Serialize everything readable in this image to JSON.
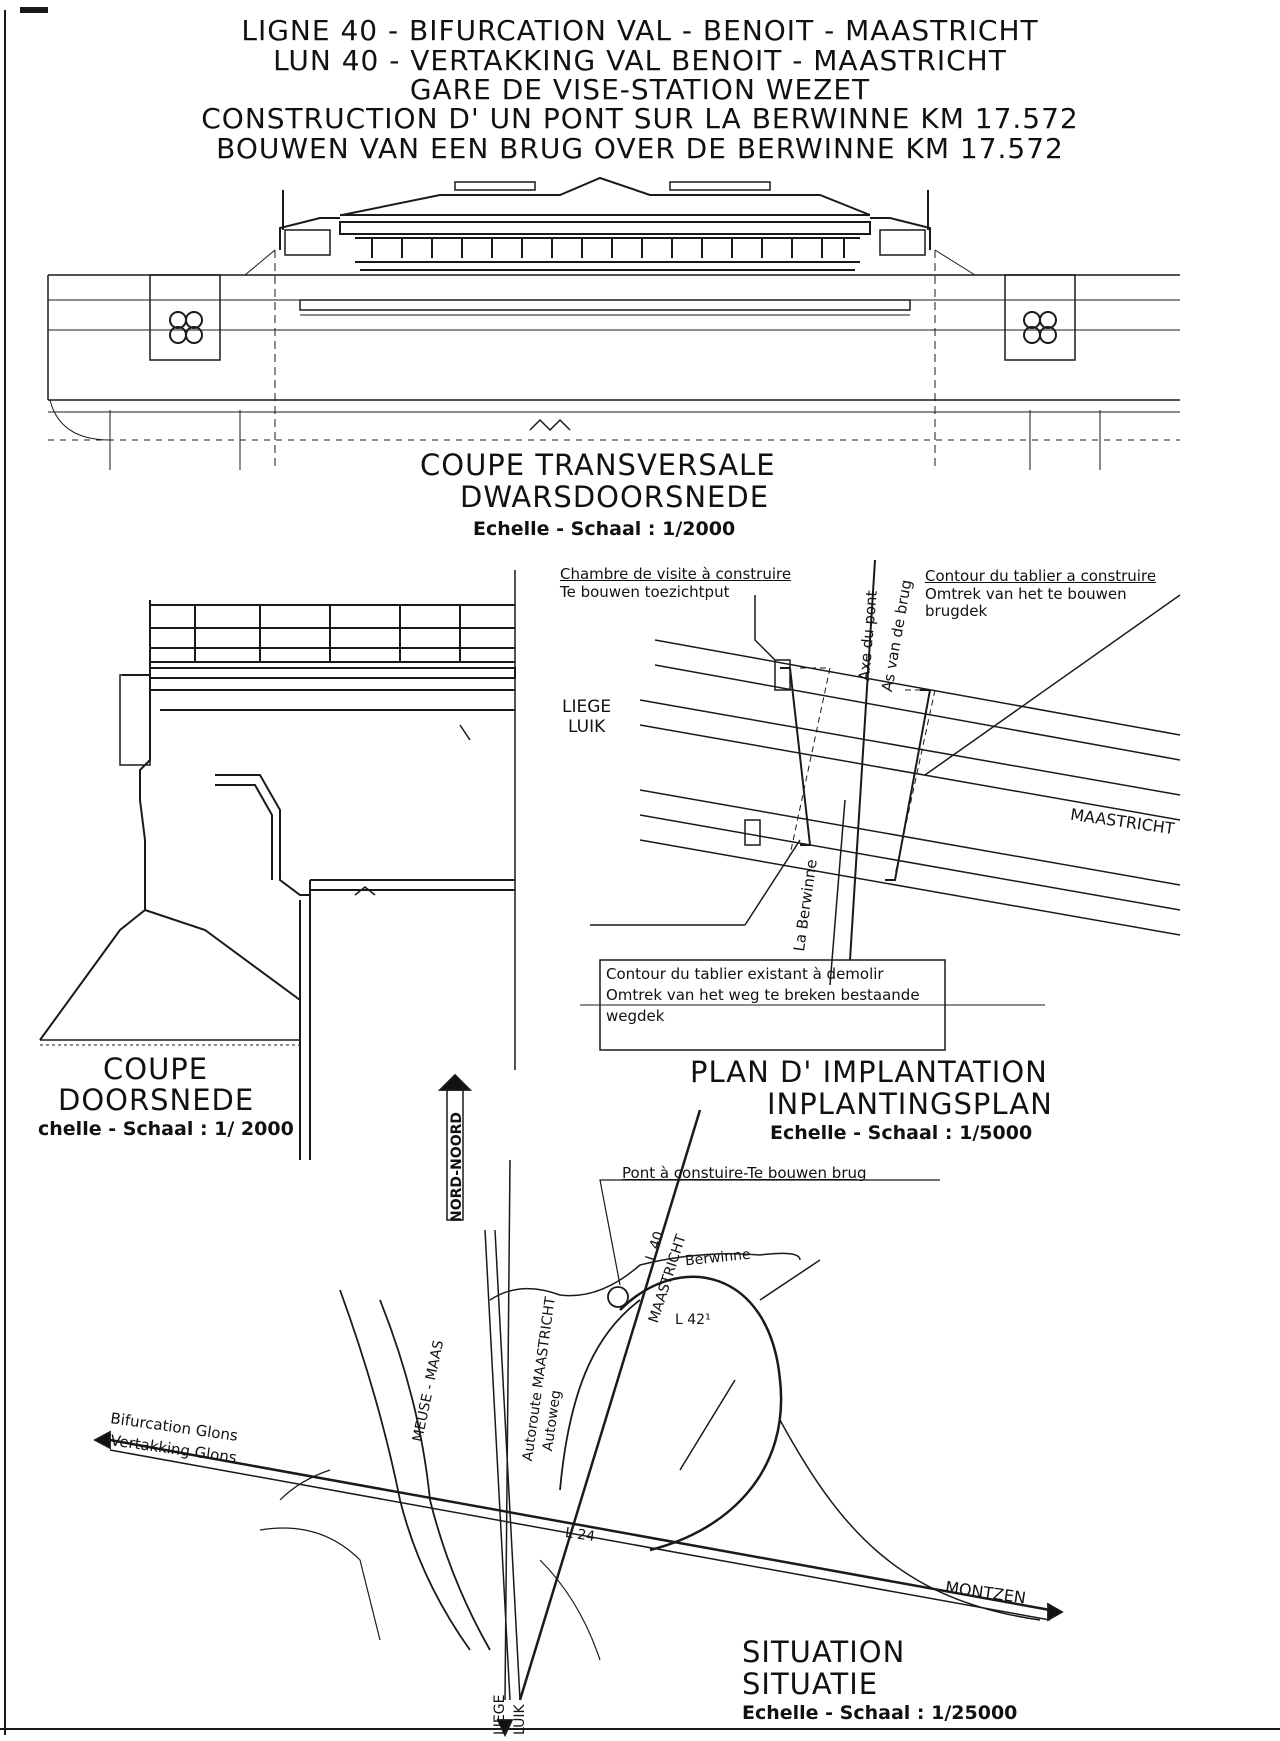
{
  "title": {
    "line1": "LIGNE 40 - BIFURCATION  VAL - BENOIT - MAASTRICHT",
    "line2": "LUN 40 - VERTAKKING  VAL  BENOIT - MAASTRICHT",
    "line3": "GARE  DE  VISE-STATION  WEZET",
    "line4": "CONSTRUCTION  D' UN  PONT  SUR  LA  BERWINNE  KM  17.572",
    "line5": "BOUWEN  VAN  EEN  BRUG  OVER  DE  BERWINNE  KM  17.572"
  },
  "cross_section": {
    "title_fr": "COUPE  TRANSVERSALE",
    "title_nl": "DWARSDOORSNEDE",
    "scale": "Echelle - Schaal : 1/2000"
  },
  "section": {
    "title_fr": "COUPE",
    "title_nl": "DOORSNEDE",
    "scale": "chelle - Schaal : 1/ 2000"
  },
  "plan": {
    "title_fr": "PLAN  D' IMPLANTATION",
    "title_nl": "INPLANTINGSPLAN",
    "scale": "Echelle - Schaal : 1/5000",
    "chamber_fr": "Chambre de visite à construire",
    "chamber_nl": "Te bouwen toezichtput",
    "contour_new_fr": "Contour du tablier a construire",
    "contour_new_nl1": "Omtrek van het te bouwen",
    "contour_new_nl2": "brugdek",
    "axis_fr": "Axe du pont",
    "axis_nl": "As van de brug",
    "liege": "LIEGE",
    "luik": "LUIK",
    "maastricht": "MAASTRICHT",
    "berwinne": "La Berwinne",
    "contour_old_fr": "Contour du tablier existant à demolir",
    "contour_old_nl1": "Omtrek van het weg te breken bestaande",
    "contour_old_nl2": "wegdek"
  },
  "situation": {
    "title_fr": "SITUATION",
    "title_nl": "SITUATIE",
    "scale": "Echelle - Schaal : 1/25000",
    "north": "NORD-NOORD",
    "bridge_label": "Pont à constuire-Te bouwen brug",
    "l40": "L 40",
    "maastricht": "MAASTRICHT",
    "berwinne": "Berwinne",
    "l42": "L 42¹",
    "motorway_nl": "Autoroute  MAASTRICHT",
    "motorway_nl2": "Autoweg",
    "meuse": "MEUSE - MAAS",
    "bif_fr": "Bifurcation Glons",
    "bif_nl": "Vertakking Glons",
    "l24": "L 24",
    "montzen": "MONTZEN",
    "liege": "LIEGE",
    "luik": "LUIK"
  }
}
